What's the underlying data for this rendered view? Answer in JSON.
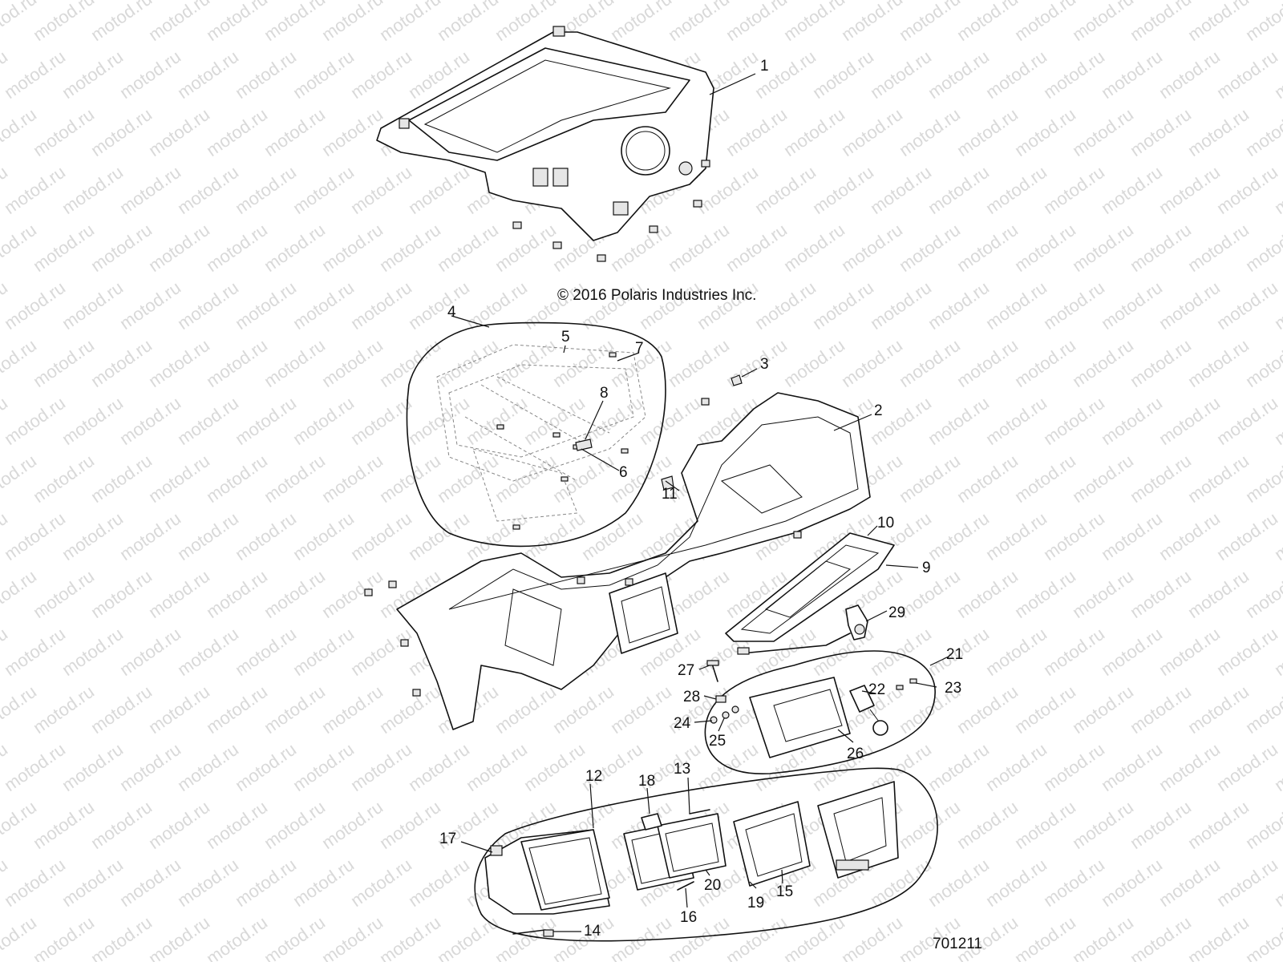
{
  "watermark": "motod.ru",
  "copyright": "© 2016 Polaris Industries Inc.",
  "diagram_id": "701211",
  "callouts": [
    "1",
    "2",
    "3",
    "4",
    "5",
    "6",
    "7",
    "8",
    "9",
    "10",
    "11",
    "12",
    "13",
    "14",
    "15",
    "16",
    "17",
    "18",
    "19",
    "20",
    "21",
    "22",
    "23",
    "24",
    "25",
    "26",
    "27",
    "28",
    "29"
  ]
}
